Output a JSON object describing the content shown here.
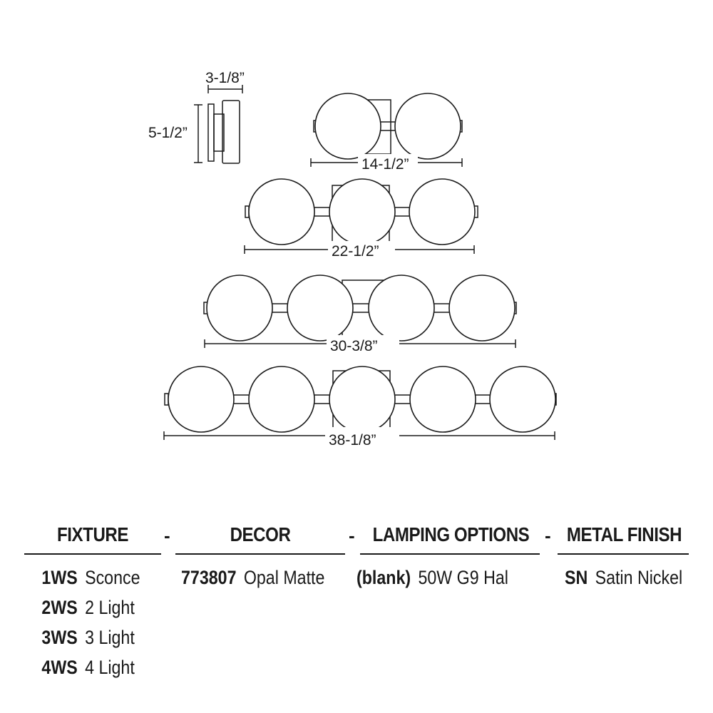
{
  "dimensions": {
    "depth": "3-1/8”",
    "height": "5-1/2”",
    "two_light_width": "14-1/2”",
    "three_light_width": "22-1/2”",
    "four_light_width": "30-3/8”",
    "five_light_width": "38-1/8”"
  },
  "table": {
    "separator": "-",
    "fixture": {
      "header": "FIXTURE",
      "rows": [
        {
          "code": "1WS",
          "desc": "Sconce"
        },
        {
          "code": "2WS",
          "desc": "2 Light"
        },
        {
          "code": "3WS",
          "desc": "3 Light"
        },
        {
          "code": "4WS",
          "desc": "4 Light"
        }
      ]
    },
    "decor": {
      "header": "DECOR",
      "rows": [
        {
          "code": "773807",
          "desc": "Opal Matte"
        }
      ]
    },
    "lamping": {
      "header": "LAMPING OPTIONS",
      "rows": [
        {
          "code": "(blank)",
          "desc": "50W G9 Hal"
        }
      ]
    },
    "finish": {
      "header": "METAL FINISH",
      "rows": [
        {
          "code": "SN",
          "desc": "Satin Nickel"
        }
      ]
    }
  }
}
